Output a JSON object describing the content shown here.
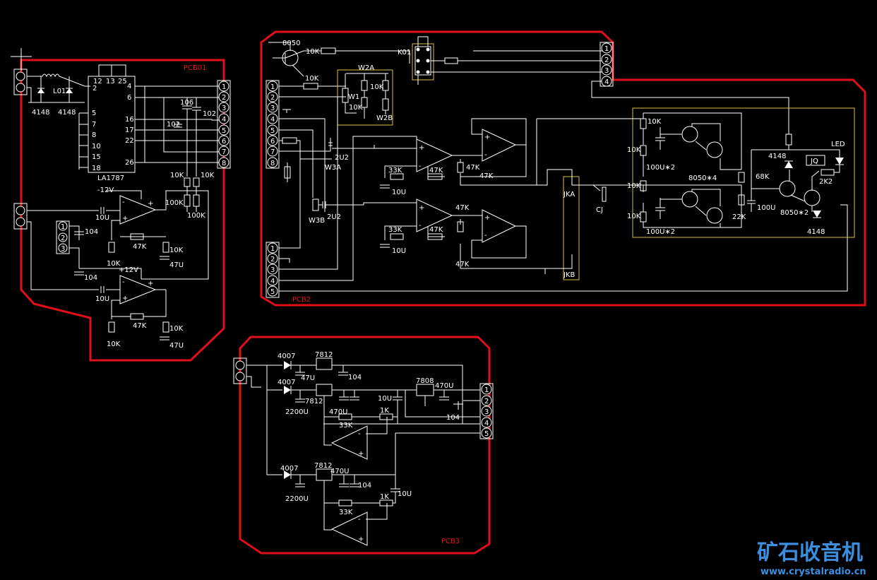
{
  "boards": {
    "pcb1": "PCB01",
    "pcb2": "PCB2",
    "pcb3": "PCB3"
  },
  "pcb1": {
    "ic": "LA1787",
    "ic_pins_top": [
      "12",
      "13",
      "25"
    ],
    "ic_pins_right": [
      "4",
      "6",
      "16",
      "17",
      "22",
      "26"
    ],
    "ic_pins_left": [
      "2",
      "5",
      "7",
      "8",
      "10",
      "15",
      "18"
    ],
    "inductor": "L01",
    "diode": "4148",
    "cap_106": "106",
    "cap_102": "102",
    "conn_pins": [
      "1",
      "2",
      "3",
      "4",
      "5",
      "6",
      "7",
      "8"
    ],
    "supply_pos": "+12V",
    "supply_neg": "-12V",
    "r10k": "10K",
    "r100k": "100K",
    "r47k": "47K",
    "c10u": "10U",
    "c104": "104",
    "c47u": "47U",
    "small_conn": [
      "1",
      "2",
      "3"
    ]
  },
  "pcb2": {
    "transistor": "8050",
    "relay": "K01",
    "r10k": "10K",
    "w2a": "W2A",
    "w1": "W1",
    "w2b": "W2B",
    "w3a": "W3A",
    "w3b": "W3B",
    "c2u2": "2U2",
    "r33k": "33K",
    "c10u": "10U",
    "r47k": "47K",
    "jka": "JKA",
    "jkb": "JKB",
    "cj": "CJ",
    "q_label": "8050∗4",
    "q2_label": "8050∗2",
    "c100u2": "100U∗2",
    "r68k": "68K",
    "r22k": "22K",
    "c100u": "100U",
    "r2k2": "2K2",
    "jq": "JQ",
    "led": "LED",
    "diode": "4148",
    "top_conn": [
      "1",
      "2",
      "3",
      "4"
    ],
    "left_conn_a": [
      "1",
      "2",
      "3",
      "4",
      "5",
      "6",
      "7",
      "8"
    ],
    "left_conn_b": [
      "1",
      "2",
      "3",
      "4",
      "5"
    ]
  },
  "pcb3": {
    "diode": "4007",
    "reg1": "7812",
    "reg2": "7808",
    "c47u": "47U",
    "c104": "104",
    "c2200u": "2200U",
    "c470u": "470U",
    "c10u": "10U",
    "r1k": "1K",
    "r33k": "33K",
    "out_conn": [
      "1",
      "2",
      "3",
      "4",
      "5"
    ]
  },
  "watermark": {
    "title": "矿石收音机",
    "url": "www.crystalradio.cn"
  },
  "colors": {
    "board_outline": "#e0101a",
    "trace": "#ffffff",
    "highlight": "#d8c23a",
    "watermark": "#3a8fe0",
    "background": "#000000"
  }
}
